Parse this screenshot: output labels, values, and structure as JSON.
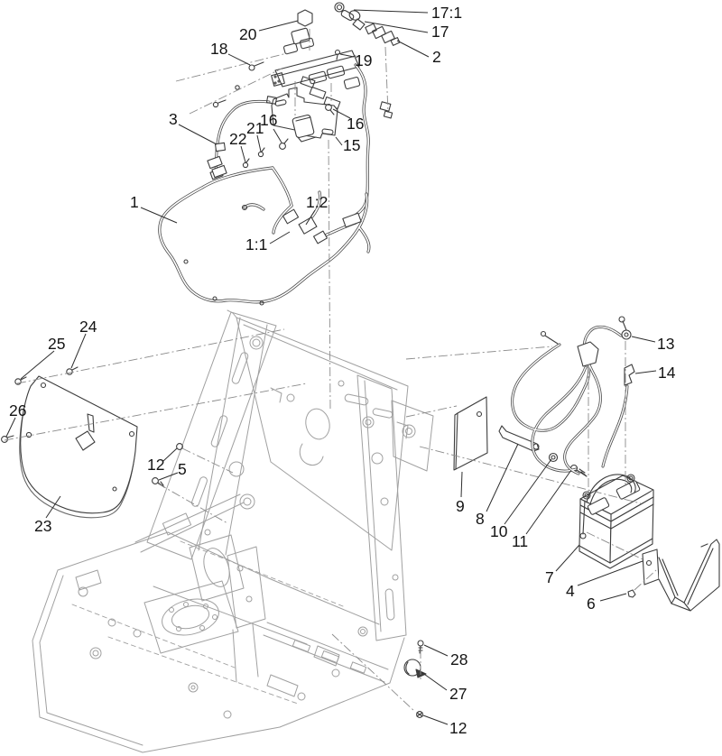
{
  "diagram": {
    "kind": "exploded-parts-diagram-electrical-system",
    "background": "#ffffff",
    "colors": {
      "part_line": "#3d3d3d",
      "frame_line": "#a0a0a0",
      "centerline": "#8a8a8a",
      "leader_line": "#2e2e2e",
      "label_text": "#141414"
    },
    "callouts": [
      {
        "label": "17:1"
      },
      {
        "label": "17"
      },
      {
        "label": "2"
      },
      {
        "label": "20"
      },
      {
        "label": "18"
      },
      {
        "label": "19"
      },
      {
        "label": "3"
      },
      {
        "label": "16"
      },
      {
        "label": "21"
      },
      {
        "label": "22"
      },
      {
        "label": "16"
      },
      {
        "label": "15"
      },
      {
        "label": "1"
      },
      {
        "label": "1:2"
      },
      {
        "label": "1:1"
      },
      {
        "label": "24"
      },
      {
        "label": "25"
      },
      {
        "label": "26"
      },
      {
        "label": "23"
      },
      {
        "label": "12"
      },
      {
        "label": "5"
      },
      {
        "label": "13"
      },
      {
        "label": "14"
      },
      {
        "label": "9"
      },
      {
        "label": "8"
      },
      {
        "label": "10"
      },
      {
        "label": "11"
      },
      {
        "label": "7"
      },
      {
        "label": "4"
      },
      {
        "label": "6"
      },
      {
        "label": "28"
      },
      {
        "label": "27"
      },
      {
        "label": "12"
      }
    ]
  }
}
